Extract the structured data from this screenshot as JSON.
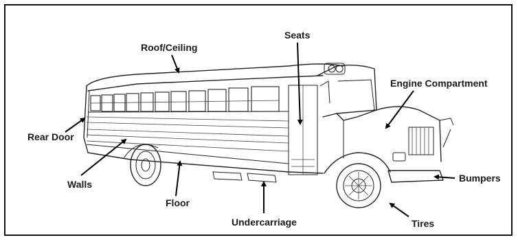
{
  "diagram": {
    "labels": {
      "roof": "Roof/Ceiling",
      "seats": "Seats",
      "engine": "Engine Compartment",
      "rear_door": "Rear Door",
      "walls": "Walls",
      "floor": "Floor",
      "undercarriage": "Undercarriage",
      "bumpers": "Bumpers",
      "tires": "Tires"
    }
  }
}
